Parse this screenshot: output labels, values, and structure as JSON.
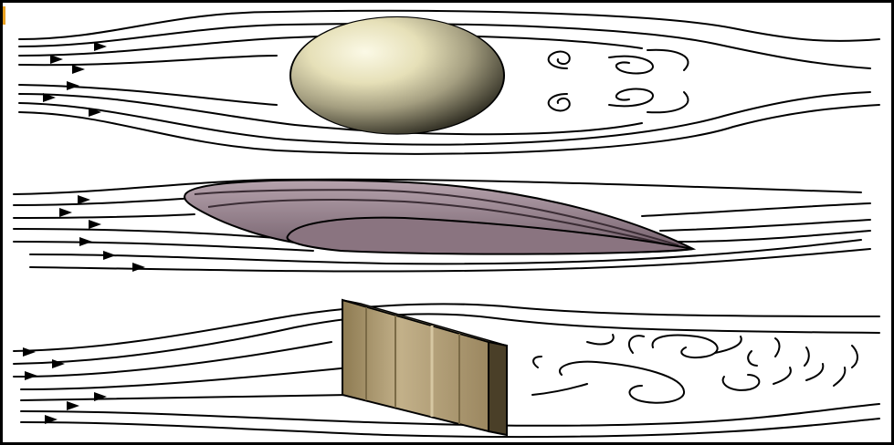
{
  "diagram": {
    "panels": [
      {
        "name": "sphere",
        "object": "sphere",
        "wake": "vortex-wake"
      },
      {
        "name": "airfoil",
        "object": "streamlined-airfoil",
        "wake": "smooth"
      },
      {
        "name": "flat-plate",
        "object": "flat-plate",
        "wake": "turbulent-vortex-wake"
      }
    ],
    "colors": {
      "background": "#ffffff",
      "lines": "#000000",
      "sphere_light": "#f4f1d6",
      "sphere_dark": "#3c3a2a",
      "airfoil_fill": "#9a8590",
      "airfoil_dark": "#5a4752",
      "plate_front": "#a89568",
      "plate_side": "#4a3f28",
      "accent_corner": "#e8a020"
    }
  }
}
